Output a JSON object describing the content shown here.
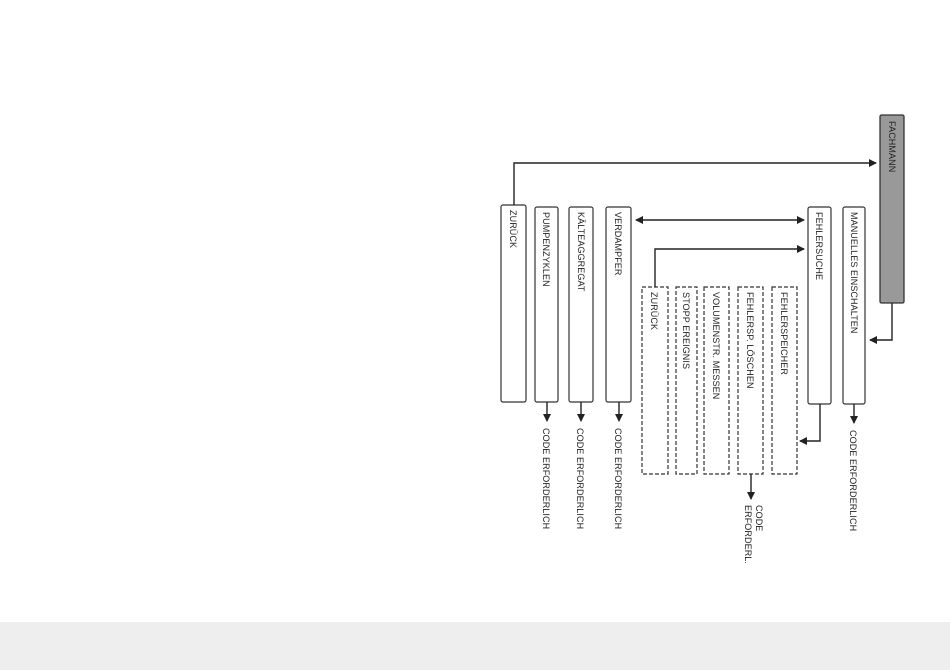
{
  "diagram": {
    "root": {
      "label": "FACHMANN",
      "fill": "#999999"
    },
    "menu_items": {
      "manuelles_einschalten": "MANUELLES EINSCHALTEN",
      "fehlersuche": "FEHLERSUCHE",
      "verdampfer": "VERDAMPFER",
      "kaelteaggregat": "KÄLTEAGGREGAT",
      "pumpenzyklen": "PUMPENZYKLEN",
      "zurueck": "ZURÜCK"
    },
    "submenu_items": {
      "fehlerspeicher": "FEHLERSPEICHER",
      "fehlersp_loeschen": "FEHLERSP. LÖSCHEN",
      "volumenstr_messen": "VOLUMENSTR. MESSEN",
      "stopp_ereignis": "STOPP EREIGNIS",
      "zurueck": "ZURÜCK"
    },
    "code_labels": {
      "manuelles": "CODE ERFORDERLICH",
      "verdampfer": "CODE ERFORDERLICH",
      "kaelteaggregat": "CODE ERFORDERLICH",
      "pumpenzyklen": "CODE ERFORDERLICH",
      "fehlersp_line1": "CODE",
      "fehlersp_line2": "ERFORDERL."
    }
  }
}
